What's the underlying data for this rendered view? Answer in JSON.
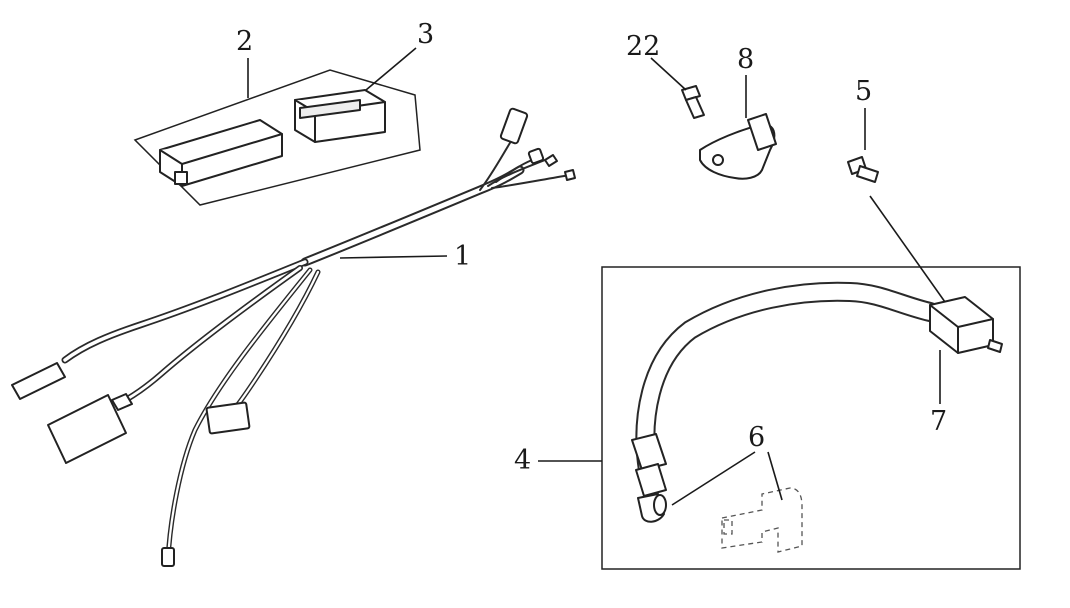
{
  "callouts": {
    "c1": "1",
    "c2": "2",
    "c3": "3",
    "c4": "4",
    "c5": "5",
    "c6": "6",
    "c7": "7",
    "c8": "8",
    "c22": "22"
  },
  "parts": [
    {
      "callout": "1",
      "name": "wire-harness"
    },
    {
      "callout": "2",
      "name": "cdi-unit"
    },
    {
      "callout": "3",
      "name": "relay-unit"
    },
    {
      "callout": "4",
      "name": "ignition-coil-assembly"
    },
    {
      "callout": "5",
      "name": "bolt"
    },
    {
      "callout": "6",
      "name": "spark-plug-cap"
    },
    {
      "callout": "7",
      "name": "ignition-coil"
    },
    {
      "callout": "8",
      "name": "bracket"
    },
    {
      "callout": "22",
      "name": "bolt"
    }
  ]
}
